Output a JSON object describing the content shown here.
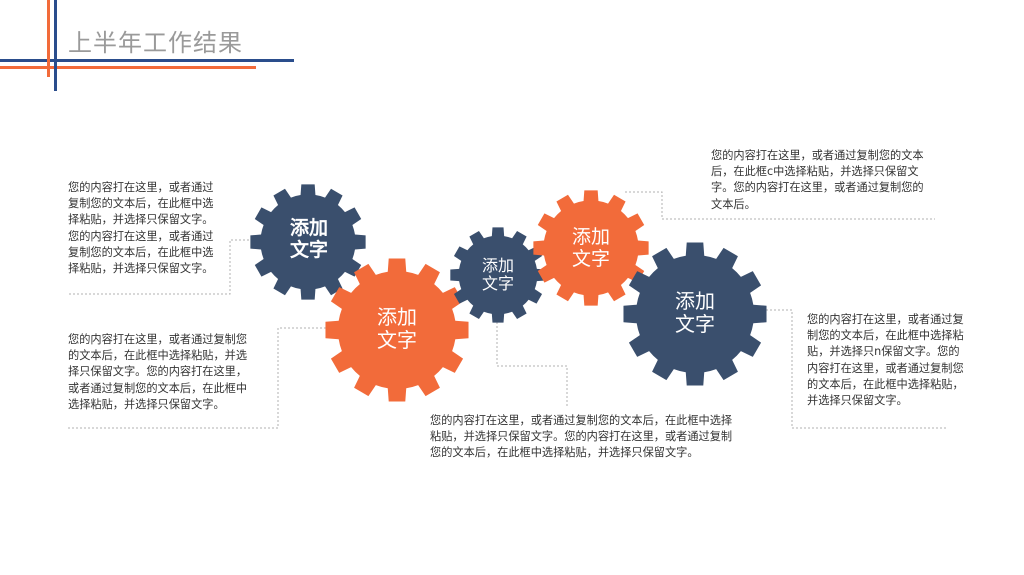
{
  "title": "上半年工作结果",
  "colors": {
    "navy": "#3a4f6d",
    "orange": "#f26b3a",
    "title": "#9a9a9a"
  },
  "gears": [
    {
      "label1": "添加",
      "label2": "文字",
      "color": "navy"
    },
    {
      "label1": "添加",
      "label2": "文字",
      "color": "orange"
    },
    {
      "label1": "添加",
      "label2": "文字",
      "color": "navy"
    },
    {
      "label1": "添加",
      "label2": "文字",
      "color": "orange"
    },
    {
      "label1": "添加",
      "label2": "文字",
      "color": "navy"
    }
  ],
  "texts": {
    "left_top": "您的内容打在这里，或者通过复制您的文本后，在此框中选择粘贴，并选择只保留文字。您的内容打在这里，或者通过复制您的文本后，在此框中选择粘贴，并选择只保留文字。",
    "left_bottom": "您的内容打在这里，或者通过复制您的文本后，在此框中选择粘贴，并选择只保留文字。您的内容打在这里，或者通过复制您的文本后，在此框中选择粘贴，并选择只保留文字。",
    "bottom_center": "您的内容打在这里，或者通过复制您的文本后，在此框中选择粘贴，并选择只保留文字。您的内容打在这里，或者通过复制您的文本后，在此框中选择粘贴，并选择只保留文字。",
    "top_right": "您的内容打在这里，或者通过复制您的文本后，在此框c中选择粘贴，并选择只保留文字。您的内容打在这里，或者通过复制您的文本后。",
    "right": "您的内容打在这里，或者通过复制您的文本后，在此框中选择粘贴，并选择只n保留文字。您的内容打在这里，或者通过复制您的文本后，在此框中选择粘贴，并选择只保留文字。"
  }
}
